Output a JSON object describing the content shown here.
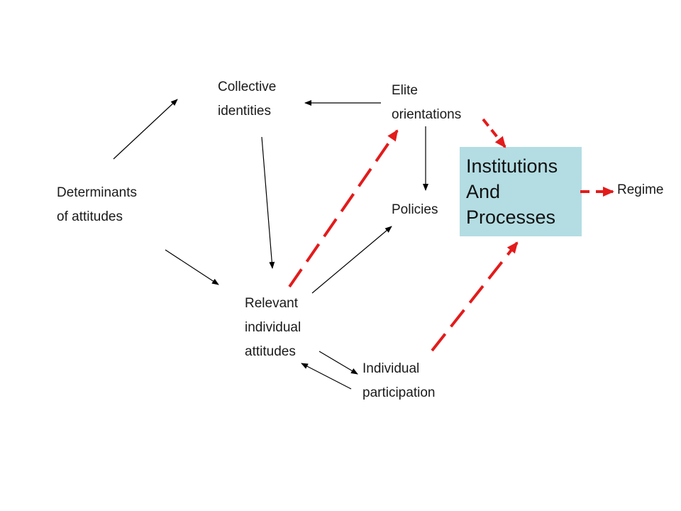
{
  "nodes": {
    "collective_identities": "Collective\nidentities",
    "elite_orientations": "Elite\norientations",
    "determinants": "Determinants\nof attitudes",
    "policies": "Policies",
    "relevant_attitudes": "Relevant\nindividual\nattitudes",
    "individual_participation": "Individual\nparticipation",
    "institutions": "Institutions\nAnd\nProcesses",
    "regime": "Regime"
  },
  "colors": {
    "box_fill": "#b3dde3",
    "solid_edge": "#000000",
    "dashed_edge": "#e31b1b"
  },
  "edges": [
    {
      "from": "determinants",
      "to": "collective_identities",
      "style": "solid"
    },
    {
      "from": "determinants",
      "to": "relevant_attitudes",
      "style": "solid"
    },
    {
      "from": "elite_orientations",
      "to": "collective_identities",
      "style": "solid"
    },
    {
      "from": "collective_identities",
      "to": "relevant_attitudes",
      "style": "solid"
    },
    {
      "from": "elite_orientations",
      "to": "policies",
      "style": "solid"
    },
    {
      "from": "relevant_attitudes",
      "to": "policies",
      "style": "solid"
    },
    {
      "from": "relevant_attitudes",
      "to": "individual_participation",
      "style": "solid"
    },
    {
      "from": "individual_participation",
      "to": "relevant_attitudes",
      "style": "solid"
    },
    {
      "from": "relevant_attitudes",
      "to": "elite_orientations",
      "style": "dashed"
    },
    {
      "from": "elite_orientations",
      "to": "institutions",
      "style": "dashed"
    },
    {
      "from": "individual_participation",
      "to": "institutions",
      "style": "dashed"
    },
    {
      "from": "institutions",
      "to": "regime",
      "style": "dashed"
    }
  ]
}
